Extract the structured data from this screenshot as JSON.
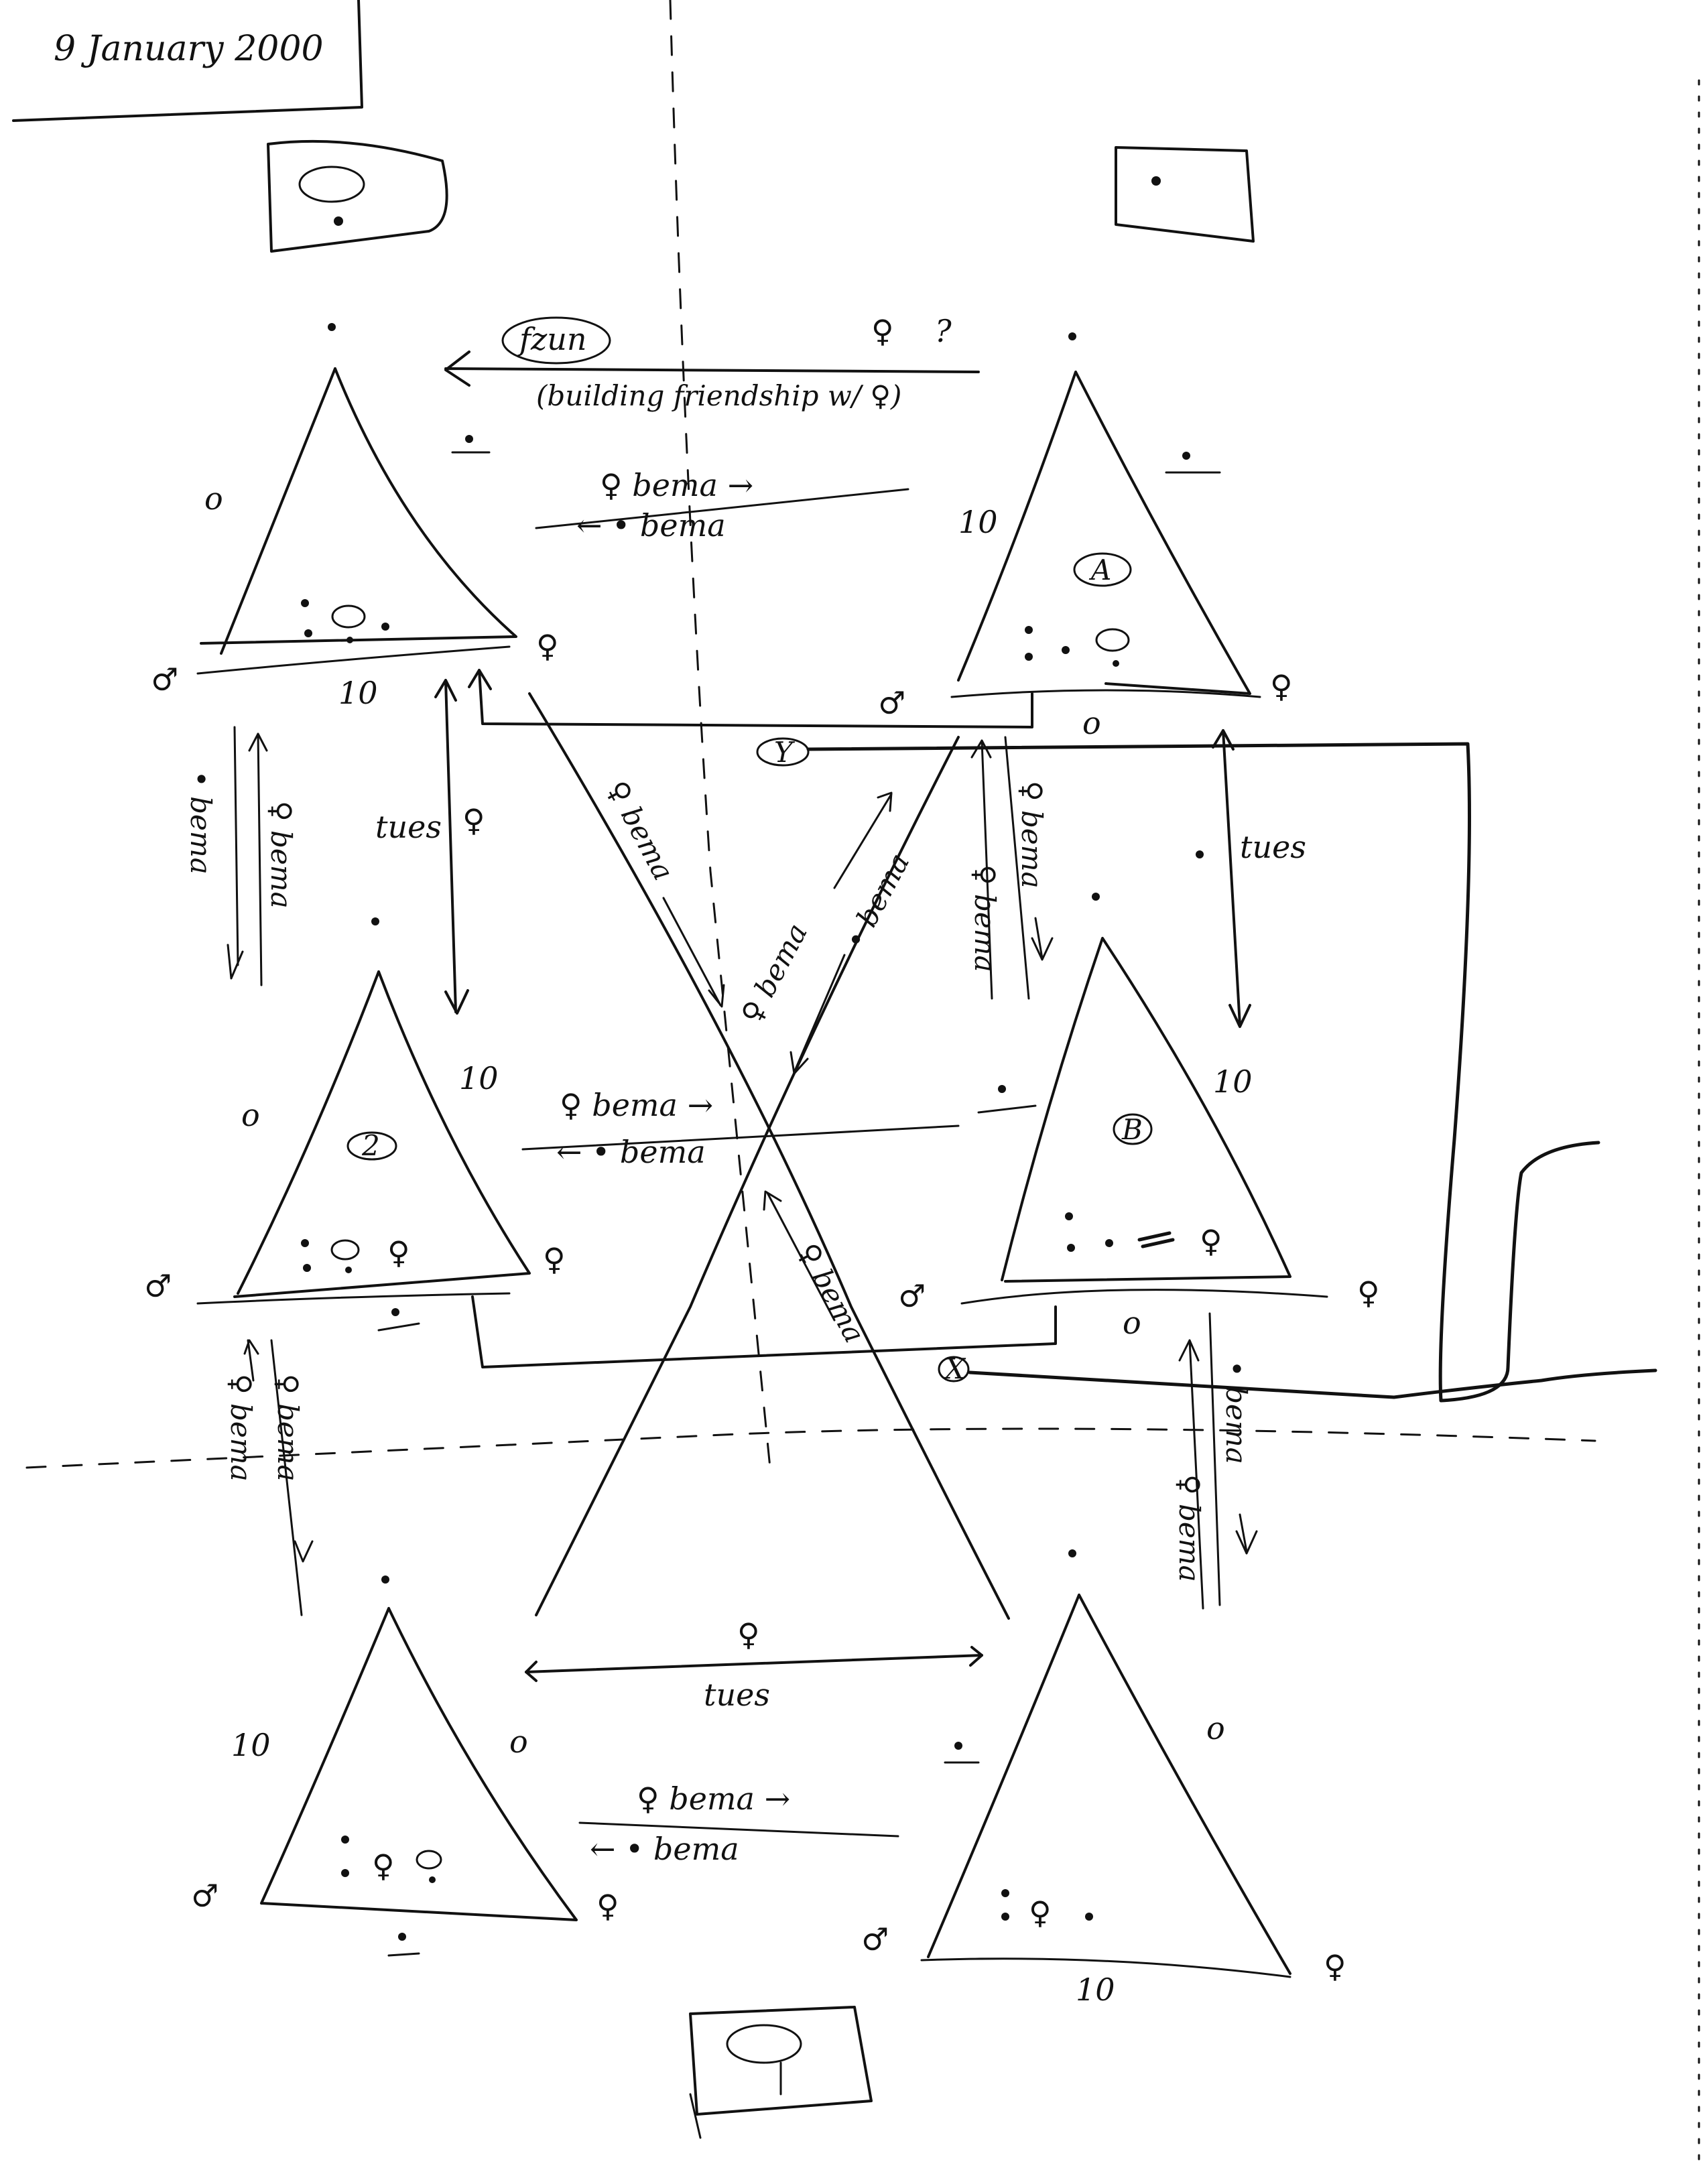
{
  "date": "9 January 2000",
  "symbols": {
    "male": "♂",
    "female": "♀",
    "circle": "○",
    "ten": "10",
    "ellipse_label_A": "A",
    "ellipse_label_B": "B",
    "ellipse_label_X": "X",
    "ellipse_label_Y": "Y",
    "ellipse_label_2": "2"
  },
  "labels": {
    "fzun": "fzun",
    "building_friendship": "(building friendship w/ ♀)",
    "female_bema_right": "♀ bema →",
    "male_bema_left": "← • bema",
    "male_bema": "• bema",
    "female_bema": "♀ bema",
    "tues": "tues",
    "ten": "10",
    "zero": "o"
  }
}
